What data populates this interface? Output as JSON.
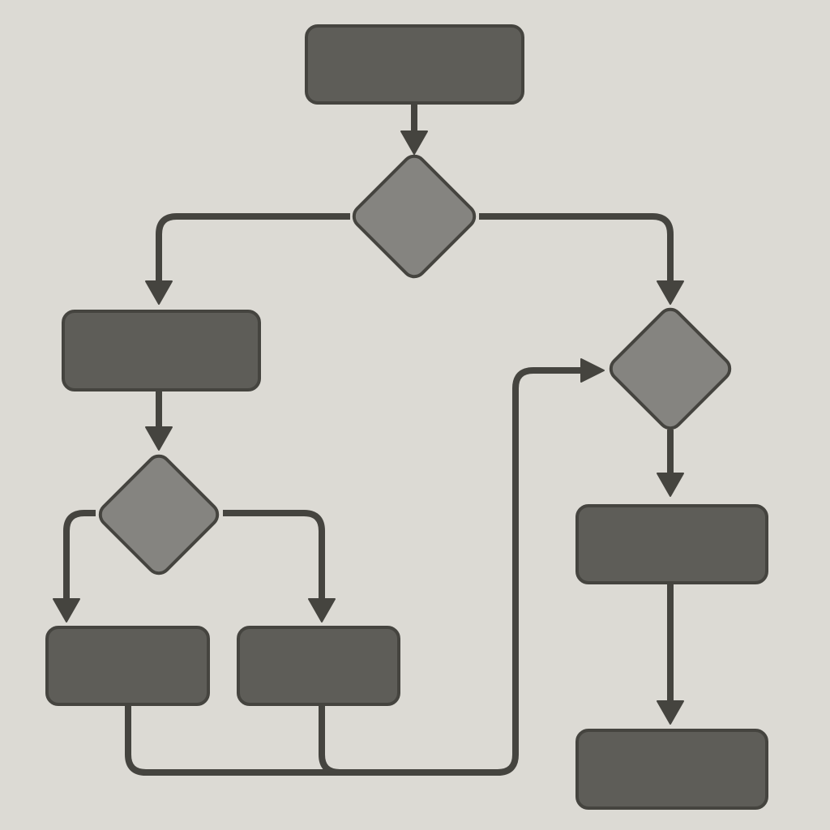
{
  "diagram": {
    "type": "flowchart",
    "colors": {
      "background": "#dcdad4",
      "process_fill": "#5e5d58",
      "decision_fill": "#858480",
      "stroke": "#45443f"
    },
    "nodes": [
      {
        "id": "start",
        "shape": "process"
      },
      {
        "id": "d1",
        "shape": "decision"
      },
      {
        "id": "p_left",
        "shape": "process"
      },
      {
        "id": "d2",
        "shape": "decision"
      },
      {
        "id": "p_ll",
        "shape": "process"
      },
      {
        "id": "p_lr",
        "shape": "process"
      },
      {
        "id": "d3",
        "shape": "decision"
      },
      {
        "id": "p_r1",
        "shape": "process"
      },
      {
        "id": "p_r2",
        "shape": "process"
      }
    ],
    "edges": [
      {
        "from": "start",
        "to": "d1"
      },
      {
        "from": "d1",
        "to": "p_left"
      },
      {
        "from": "d1",
        "to": "d3"
      },
      {
        "from": "p_left",
        "to": "d2"
      },
      {
        "from": "d2",
        "to": "p_ll"
      },
      {
        "from": "d2",
        "to": "p_lr"
      },
      {
        "from": "p_ll",
        "to": "d3"
      },
      {
        "from": "p_lr",
        "to": "d3"
      },
      {
        "from": "d3",
        "to": "p_r1"
      },
      {
        "from": "p_r1",
        "to": "p_r2"
      }
    ]
  }
}
